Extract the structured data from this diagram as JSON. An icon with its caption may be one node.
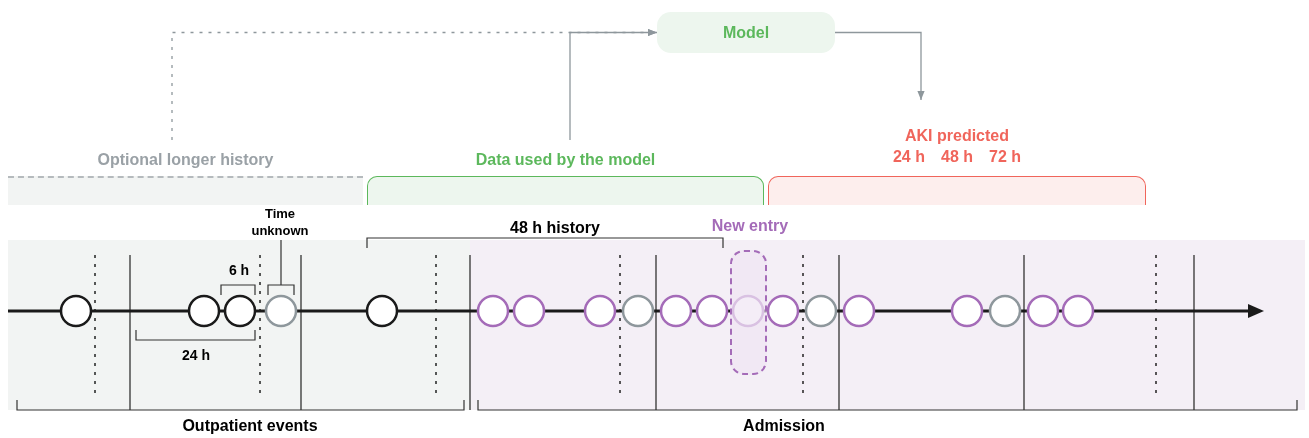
{
  "diagram": {
    "nodes": [
      {
        "text": [
          "Optional longer history"
        ]
      },
      {
        "text": [
          "Data used by the model"
        ]
      },
      {
        "text": [
          "AKI predicted",
          "24 h",
          "48 h",
          "72 h"
        ]
      },
      {
        "text": [
          "Model"
        ]
      },
      {
        "text": [
          "New entry"
        ]
      }
    ],
    "edges": [
      {
        "from": 0,
        "to": 3,
        "arrow": "to",
        "style": "dashed"
      },
      {
        "from": 1,
        "to": 3,
        "arrow": "to"
      },
      {
        "from": 3,
        "to": 2,
        "arrow": "to"
      }
    ],
    "labels": [
      "Time unknown",
      "6 h",
      "48 h history",
      "24 h",
      "Outpatient events",
      "Admission"
    ]
  }
}
